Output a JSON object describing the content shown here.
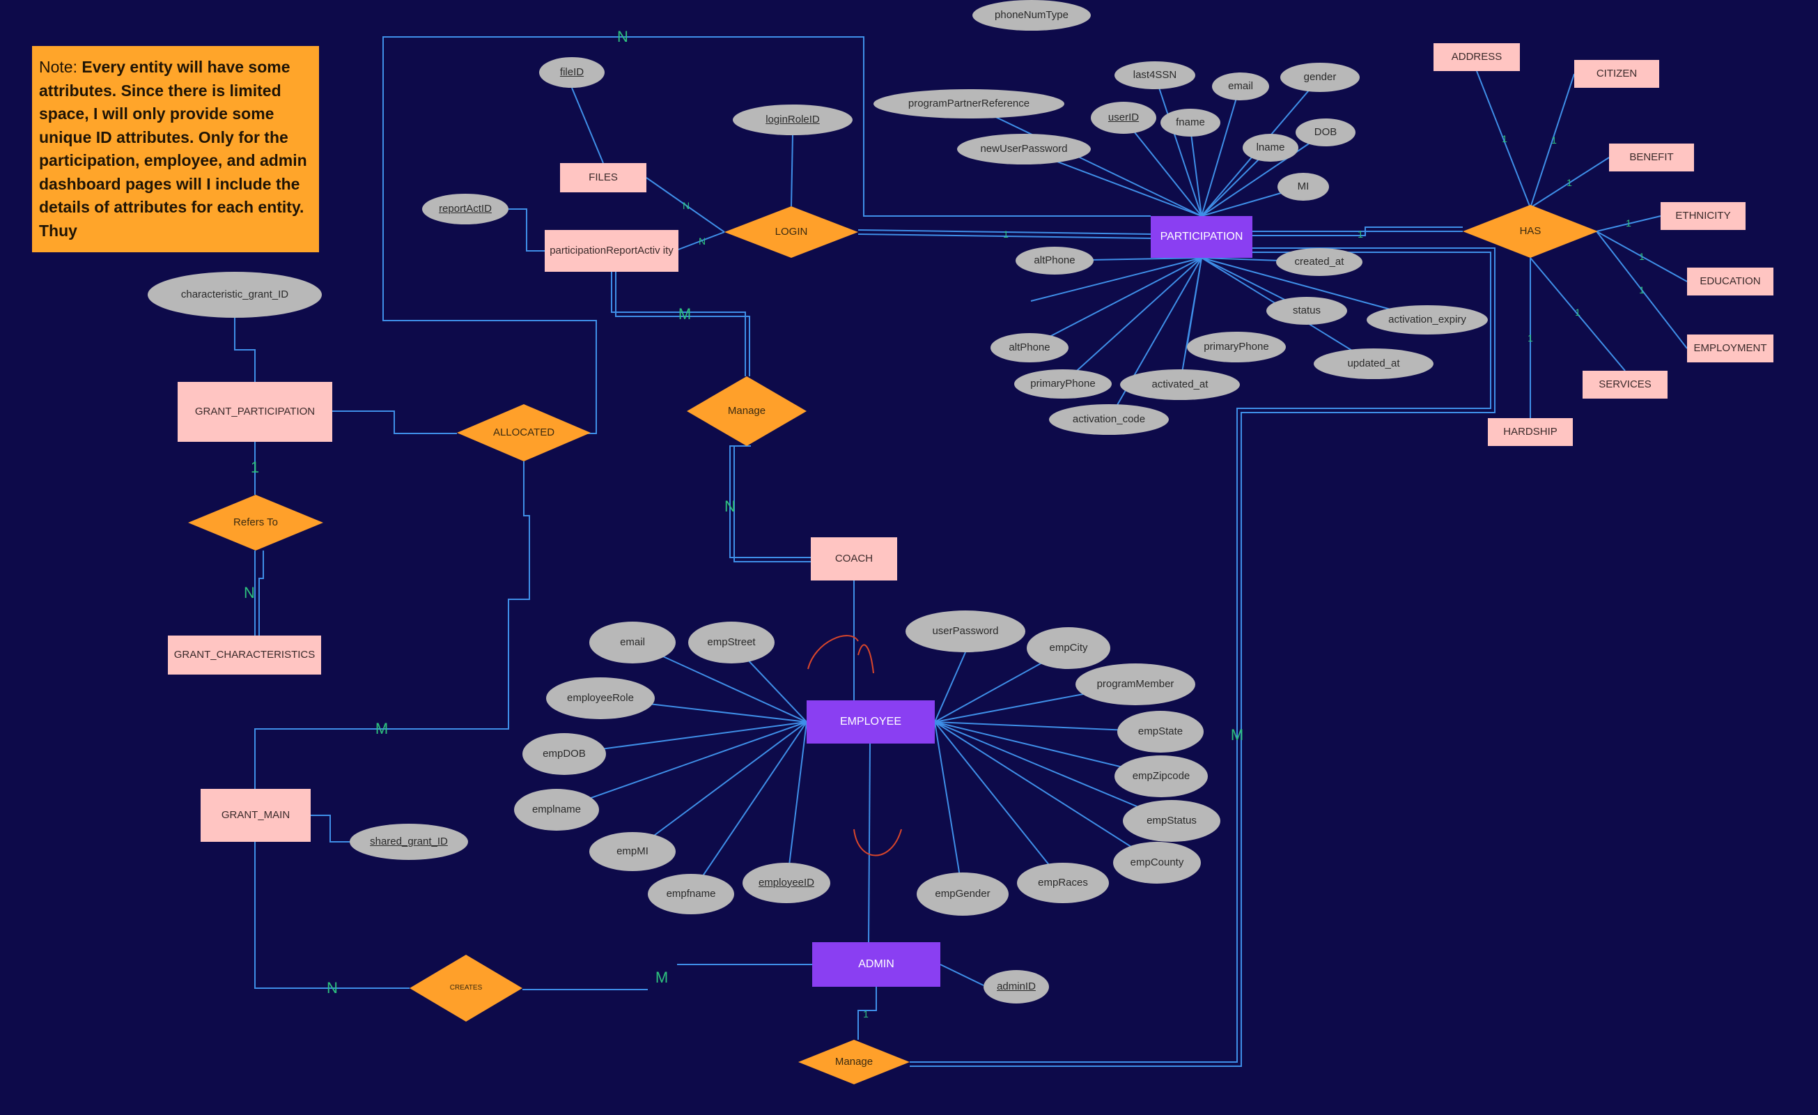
{
  "note": {
    "prefix": "Note: ",
    "body": "Every entity will have some attributes. Since there is limited space, I will only provide some unique ID attributes. Only for the participation, employee, and admin dashboard pages will I include the details of attributes for each entity. Thuy"
  },
  "colors": {
    "background": "#0d0a4a",
    "line": "#3f8fe8",
    "entity": "#ffc5c2",
    "primary_entity": "#8a3ff2",
    "attribute": "#b8b8b8",
    "relationship": "#ffa02a",
    "cardinality": "#2ec27e",
    "annotation": "#d9462b"
  },
  "entities": [
    {
      "id": "files",
      "label": "FILES"
    },
    {
      "id": "report",
      "label": "participationReportActiv ity"
    },
    {
      "id": "participation",
      "label": "PARTICIPATION"
    },
    {
      "id": "address",
      "label": "ADDRESS"
    },
    {
      "id": "citizen",
      "label": "CITIZEN"
    },
    {
      "id": "benefit",
      "label": "BENEFIT"
    },
    {
      "id": "ethnicity",
      "label": "ETHNICITY"
    },
    {
      "id": "education",
      "label": "EDUCATION"
    },
    {
      "id": "employment",
      "label": "EMPLOYMENT"
    },
    {
      "id": "services",
      "label": "SERVICES"
    },
    {
      "id": "hardship",
      "label": "HARDSHIP"
    },
    {
      "id": "grant_participation",
      "label": "GRANT_PARTICIPATION"
    },
    {
      "id": "grant_characteristics",
      "label": "GRANT_CHARACTERISTICS"
    },
    {
      "id": "coach",
      "label": "COACH"
    },
    {
      "id": "employee",
      "label": "EMPLOYEE"
    },
    {
      "id": "grant_main",
      "label": "GRANT_MAIN"
    },
    {
      "id": "admin",
      "label": "ADMIN"
    }
  ],
  "relationships": [
    {
      "id": "login",
      "label": "LOGIN"
    },
    {
      "id": "has",
      "label": "HAS"
    },
    {
      "id": "manage_coach",
      "label": "Manage"
    },
    {
      "id": "allocated",
      "label": "ALLOCATED"
    },
    {
      "id": "refers_to",
      "label": "Refers To"
    },
    {
      "id": "creates",
      "label": "CREATES"
    },
    {
      "id": "manage_admin",
      "label": "Manage"
    }
  ],
  "attributes": [
    {
      "id": "fileID",
      "label": "fileID",
      "key": true
    },
    {
      "id": "loginRoleID",
      "label": "loginRoleID",
      "key": true
    },
    {
      "id": "reportActID",
      "label": "reportActID",
      "key": true
    },
    {
      "id": "characteristic_grant_ID",
      "label": "characteristic_grant_ID",
      "key": false
    },
    {
      "id": "programPartnerReference",
      "label": "programPartnerReference",
      "key": false
    },
    {
      "id": "newUserPassword",
      "label": "newUserPassword",
      "key": false
    },
    {
      "id": "last4SSN",
      "label": "last4SSN",
      "key": false
    },
    {
      "id": "userID",
      "label": "userID",
      "key": true
    },
    {
      "id": "fname",
      "label": "fname",
      "key": false
    },
    {
      "id": "p_email",
      "label": "email",
      "key": false
    },
    {
      "id": "gender",
      "label": "gender",
      "key": false
    },
    {
      "id": "lname",
      "label": "lname",
      "key": false
    },
    {
      "id": "DOB",
      "label": "DOB",
      "key": false
    },
    {
      "id": "MI",
      "label": "MI",
      "key": false
    },
    {
      "id": "created_at",
      "label": "created_at",
      "key": false
    },
    {
      "id": "altPhone1",
      "label": "altPhone",
      "key": false
    },
    {
      "id": "phoneNumType",
      "label": "phoneNumType",
      "key": false
    },
    {
      "id": "altPhone2",
      "label": "altPhone",
      "key": false
    },
    {
      "id": "primaryPhone1",
      "label": "primaryPhone",
      "key": false
    },
    {
      "id": "activated_at",
      "label": "activated_at",
      "key": false
    },
    {
      "id": "activation_code",
      "label": "activation_code",
      "key": false
    },
    {
      "id": "primaryPhone2",
      "label": "primaryPhone",
      "key": false
    },
    {
      "id": "status",
      "label": "status",
      "key": false
    },
    {
      "id": "activation_expiry",
      "label": "activation_expiry",
      "key": false
    },
    {
      "id": "updated_at",
      "label": "updated_at",
      "key": false
    },
    {
      "id": "e_email",
      "label": "email",
      "key": false
    },
    {
      "id": "empStreet",
      "label": "empStreet",
      "key": false
    },
    {
      "id": "employeeRole",
      "label": "employeeRole",
      "key": false
    },
    {
      "id": "empDOB",
      "label": "empDOB",
      "key": false
    },
    {
      "id": "emplname",
      "label": "emplname",
      "key": false
    },
    {
      "id": "empMI",
      "label": "empMI",
      "key": false
    },
    {
      "id": "empfname",
      "label": "empfname",
      "key": false
    },
    {
      "id": "employeeID",
      "label": "employeeID",
      "key": true
    },
    {
      "id": "userPassword",
      "label": "userPassword",
      "key": false
    },
    {
      "id": "empCity",
      "label": "empCity",
      "key": false
    },
    {
      "id": "programMember",
      "label": "programMember",
      "key": false
    },
    {
      "id": "empState",
      "label": "empState",
      "key": false
    },
    {
      "id": "empZipcode",
      "label": "empZipcode",
      "key": false
    },
    {
      "id": "empStatus",
      "label": "empStatus",
      "key": false
    },
    {
      "id": "empCounty",
      "label": "empCounty",
      "key": false
    },
    {
      "id": "empRaces",
      "label": "empRaces",
      "key": false
    },
    {
      "id": "empGender",
      "label": "empGender",
      "key": false
    },
    {
      "id": "shared_grant_ID",
      "label": "shared_grant_ID",
      "key": true
    },
    {
      "id": "adminID",
      "label": "adminID",
      "key": true
    }
  ],
  "cardinalities": [
    {
      "id": "c_top_n",
      "label": "N"
    },
    {
      "id": "c_files_login",
      "label": "N"
    },
    {
      "id": "c_report_login",
      "label": "N"
    },
    {
      "id": "c_login_part",
      "label": "1"
    },
    {
      "id": "c_part_has",
      "label": "1"
    },
    {
      "id": "c_has_address",
      "label": "1"
    },
    {
      "id": "c_has_citizen",
      "label": "1"
    },
    {
      "id": "c_has_benefit",
      "label": "1"
    },
    {
      "id": "c_has_ethnicity",
      "label": "1"
    },
    {
      "id": "c_has_education",
      "label": "1"
    },
    {
      "id": "c_has_employment",
      "label": "1"
    },
    {
      "id": "c_has_services",
      "label": "1"
    },
    {
      "id": "c_has_hardship",
      "label": "1"
    },
    {
      "id": "c_manage_m",
      "label": "M"
    },
    {
      "id": "c_manage_n",
      "label": "N"
    },
    {
      "id": "c_gp_1",
      "label": "1"
    },
    {
      "id": "c_gc_n",
      "label": "N"
    },
    {
      "id": "c_alloc_m",
      "label": "M"
    },
    {
      "id": "c_creates_n",
      "label": "N"
    },
    {
      "id": "c_creates_m",
      "label": "M"
    },
    {
      "id": "c_admin_1",
      "label": "1"
    },
    {
      "id": "c_part_m",
      "label": "M"
    }
  ]
}
